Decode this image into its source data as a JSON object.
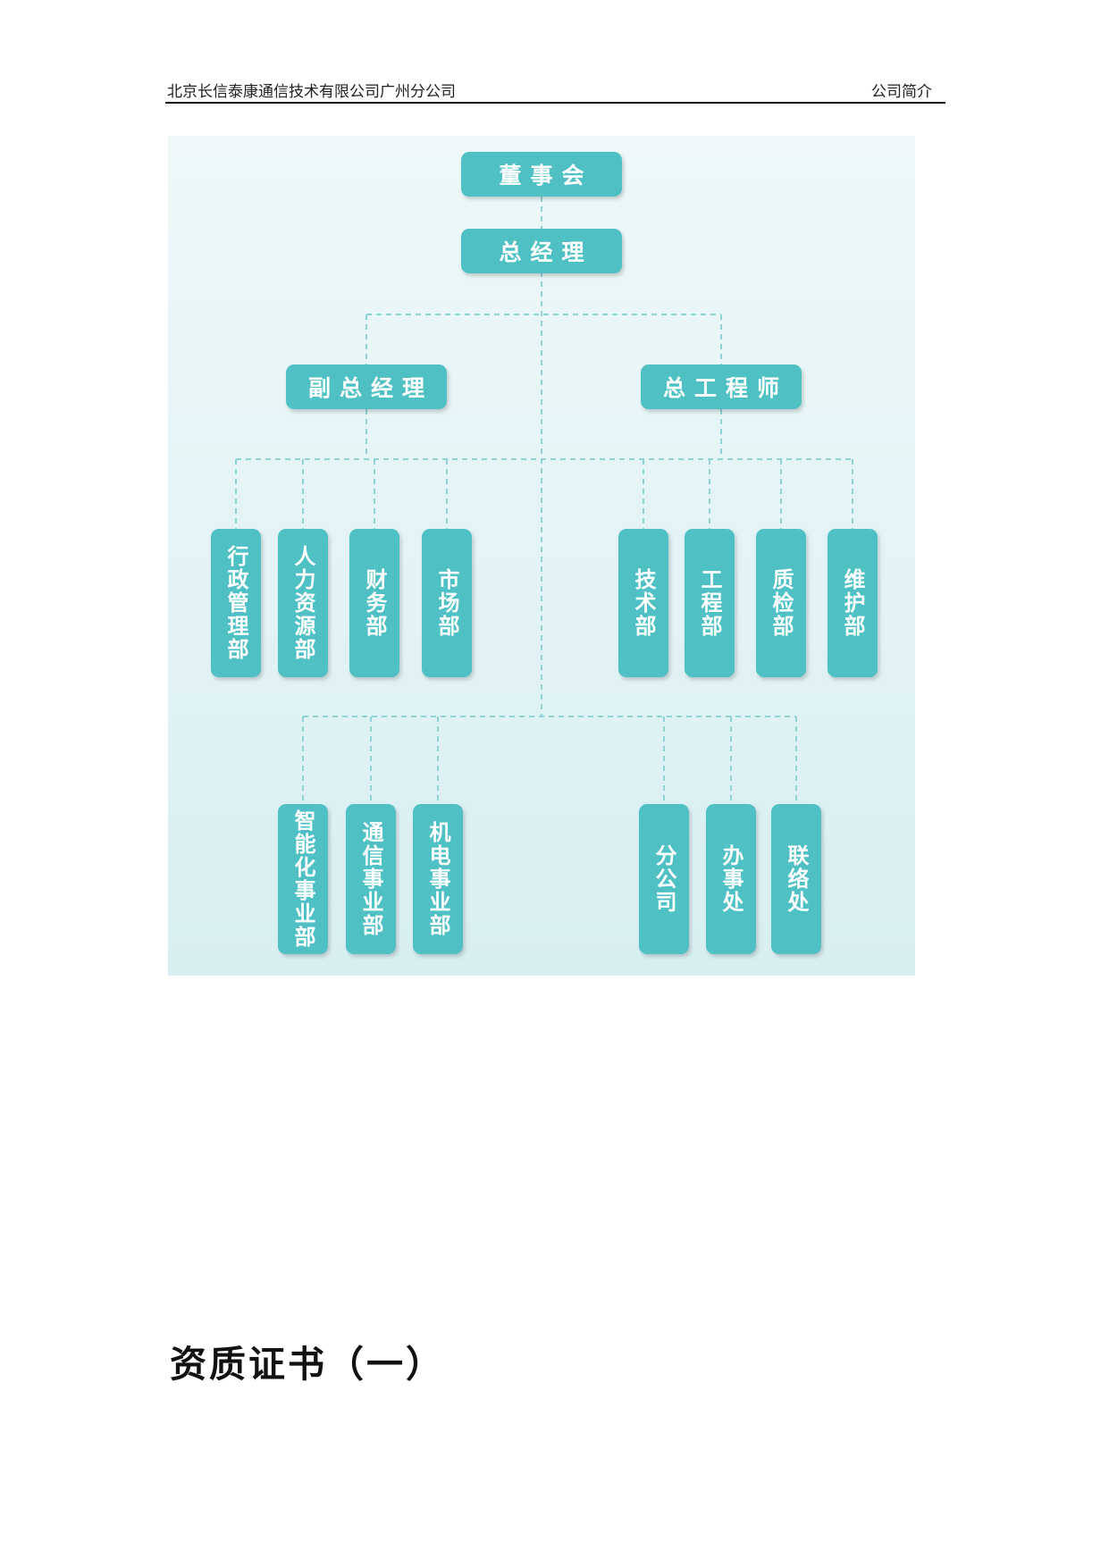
{
  "header": {
    "left": "北京长信泰康通信技术有限公司广州分公司",
    "right": "公司简介"
  },
  "org_chart": {
    "board": "董事会",
    "gm": "总经理",
    "deputy_gm": "副总经理",
    "chief_engineer": "总工程师",
    "left_depts": [
      "行政管理部",
      "人力资源部",
      "财务部",
      "市场部"
    ],
    "right_depts": [
      "技术部",
      "工程部",
      "质检部",
      "维护部"
    ],
    "business_units": [
      "智能化事业部",
      "通信事业部",
      "机电事业部"
    ],
    "branches": [
      "分公司",
      "办事处",
      "联络处"
    ]
  },
  "section_title": "资质证书（一）"
}
